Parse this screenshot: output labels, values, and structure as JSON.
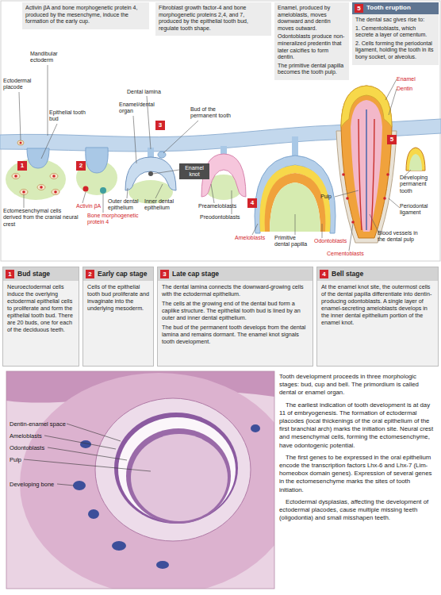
{
  "diagram": {
    "nodes": [
      {
        "text": [
          "Activin βA and bone morphogenetic protein 4, produced by the mesenchyme, induce the formation of the early cup."
        ]
      },
      {
        "text": [
          "Fibroblast growth factor-4 and bone morphogenetic proteins 2,4, and 7, produced by the epithelial tooth bud, regulate tooth shape."
        ]
      },
      {
        "text": [
          "Enamel, produced by ameloblasts, moves downward and dentin moves outward.",
          "Odontoblasts produce non-mineralized predentin that later calcifies to form dentin.",
          "The primitive dental papilla becomes the tooth pulp."
        ]
      },
      {
        "text": [
          "5",
          "Tooth eruption",
          "The dental sac gives rise to:",
          "1. Cementoblasts, which secrete a layer of cementum.",
          "2. Cells forming the periodontal ligament, holding the tooth in its bony socket, or alveolus."
        ]
      },
      {
        "text": [
          "Enamel knot"
        ]
      },
      {
        "text": [
          "1",
          "Bud stage",
          "Neuroectodermal cells induce the overlying ectodermal epithelial cells to proliferate and form the epithelial tooth bud. There are 20 buds, one for each of the deciduous teeth."
        ]
      },
      {
        "text": [
          "2",
          "Early cap stage",
          "Cells of the epithelial tooth bud proliferate and invaginate into the underlying mesoderm."
        ]
      },
      {
        "text": [
          "3",
          "Late cap stage",
          "The dental lamina connects the downward-growing cells with the ectodermal epithelium.",
          "The cells at the growing end of the dental bud form a caplike structure. The epithelial tooth bud is lined by an outer and inner dental epithelium.",
          "The bud of the permanent tooth develops from the dental lamina and remains dormant. The enamel knot signals tooth development."
        ]
      },
      {
        "text": [
          "4",
          "Bell stage",
          "At the enamel knot site, the outermost cells of the dental papilla differentiate into dentin-producing odontoblasts. A single layer of enamel-secreting ameloblasts develops in the inner dental epithelium portion of the enamel knot."
        ]
      }
    ],
    "labels": [
      "Mandibular ectoderm",
      "Ectodermal placode",
      "Epithelial tooth bud",
      "Ectomesenchymal cells derived from the cranial neural crest",
      "1",
      "2",
      "Activin βA",
      "Bone morphogenetic protein 4",
      "Dental lamina",
      "Enamel/dental organ",
      "3",
      "Outer dental epithelium",
      "Inner dental epithelium",
      "Bud of the permanent tooth",
      "Preameloblasts",
      "Preodontoblasts",
      "Enamel",
      "Dentin",
      "4",
      "Ameloblasts",
      "Primitive dental papilla",
      "Odontoblasts",
      "5",
      "Pulp",
      "Cementoblasts",
      "Blood vessels in the dental pulp",
      "Periodontal ligament",
      "Developing permanent tooth",
      "Dentin-enamel space",
      "Ameloblasts",
      "Odontoblasts",
      "Pulp",
      "Developing bone",
      "Tooth development proceeds in three morphologic stages: bud, cup and bell. The primordium is called dental or enamel organ.",
      "The earliest indication of tooth development is at day 11 of embryogenesis. The formation of ectodermal placodes (local thickenings of the oral epithelium of the first branchial arch) marks the initiation site. Neural crest and mesenchymal cells, forming the ectomesenchyme, have odontogenic potential.",
      "The first genes to be expressed in the oral epithelium encode the transcription factors Lhx-6 and Lhx-7 (Lim-homeobox domain genes). Expression of several genes in the ectomesenchyme marks the sites of tooth initiation.",
      "Ectodermal dysplasias, affecting the development of ectodermal placodes, cause multiple missing teeth (oligodontia) and small misshapen teeth."
    ]
  }
}
